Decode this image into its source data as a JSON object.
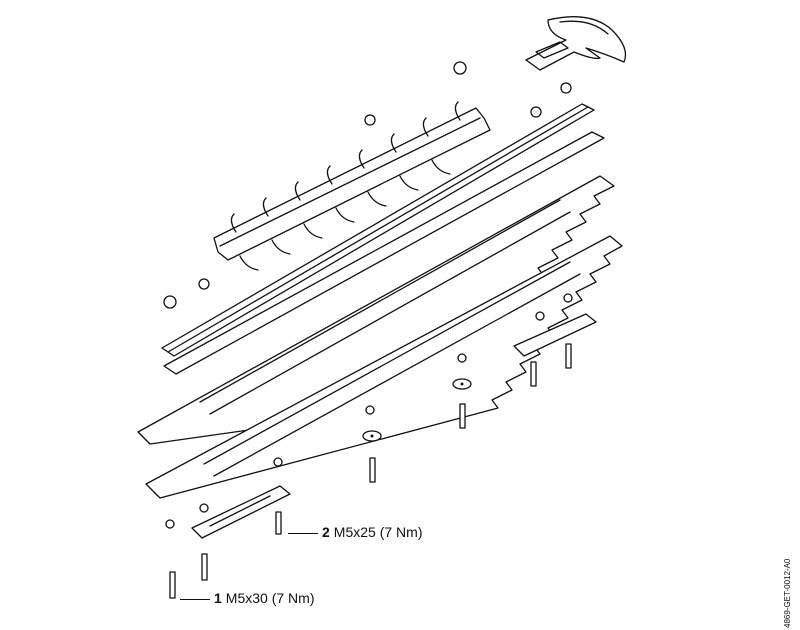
{
  "callouts": [
    {
      "number": "2",
      "text": "M5x25 (7 Nm)"
    },
    {
      "number": "1",
      "text": "M5x30 (7 Nm)"
    }
  ],
  "drawing_code": "4869-GET-0012-A0"
}
